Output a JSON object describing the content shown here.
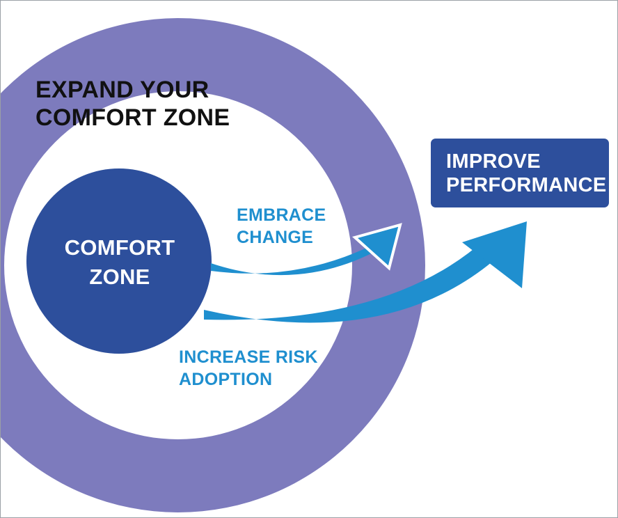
{
  "title": {
    "line1": "EXPAND YOUR",
    "line2": "COMFORT ZONE"
  },
  "comfort_zone": {
    "line1": "COMFORT",
    "line2": "ZONE"
  },
  "arrows": {
    "embrace_change": {
      "line1": "EMBRACE",
      "line2": "CHANGE"
    },
    "increase_risk": {
      "line1": "INCREASE RISK",
      "line2": "ADOPTION"
    }
  },
  "goal": {
    "line1": "IMPROVE",
    "line2": "PERFORMANCE"
  },
  "colors": {
    "outer_ring": "#7d7bbd",
    "comfort_circle": "#2d4f9c",
    "arrow": "#1f8fcf",
    "goal_box": "#2d4f9c",
    "title_text": "#111111"
  }
}
